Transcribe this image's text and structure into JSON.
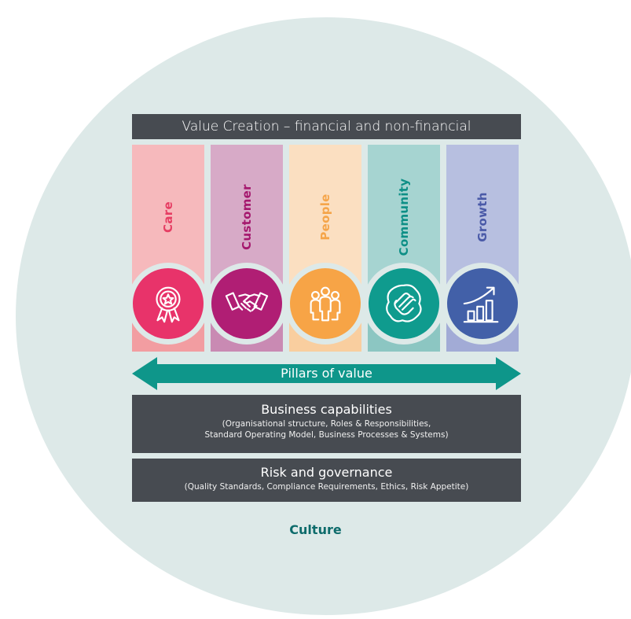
{
  "header": {
    "title": "Value Creation – financial and non-financial"
  },
  "pillars": [
    {
      "label": "Care",
      "icon": "award-ribbon-icon",
      "top_color": "#f6b9bc",
      "bottom_color": "#f29da1",
      "label_color": "#e63e63",
      "disc_color": "#e8336a"
    },
    {
      "label": "Customer",
      "icon": "handshake-icon",
      "top_color": "#d7aac7",
      "bottom_color": "#c98ab3",
      "label_color": "#a5186e",
      "disc_color": "#b01e74"
    },
    {
      "label": "People",
      "icon": "people-group-icon",
      "top_color": "#fbdfc1",
      "bottom_color": "#f9ce9f",
      "label_color": "#f5a54a",
      "disc_color": "#f7a446"
    },
    {
      "label": "Community",
      "icon": "helping-hands-icon",
      "top_color": "#a6d4d1",
      "bottom_color": "#8cc6c2",
      "label_color": "#0d8f86",
      "disc_color": "#0f9b8e"
    },
    {
      "label": "Growth",
      "icon": "growth-chart-icon",
      "top_color": "#b7bfe0",
      "bottom_color": "#a2abd6",
      "label_color": "#4a5aa8",
      "disc_color": "#4260a8"
    }
  ],
  "arrow": {
    "label": "Pillars of value",
    "color": "#0e968a"
  },
  "capabilities": {
    "title": "Business capabilities",
    "line1": "(Organisational structure, Roles & Responsibilities,",
    "line2": "Standard Operating Model, Business Processes & Systems)"
  },
  "risk": {
    "title": "Risk and governance",
    "line1": "(Quality Standards, Compliance Requirements, Ethics, Risk Appetite)"
  },
  "footer": {
    "label": "Culture"
  }
}
